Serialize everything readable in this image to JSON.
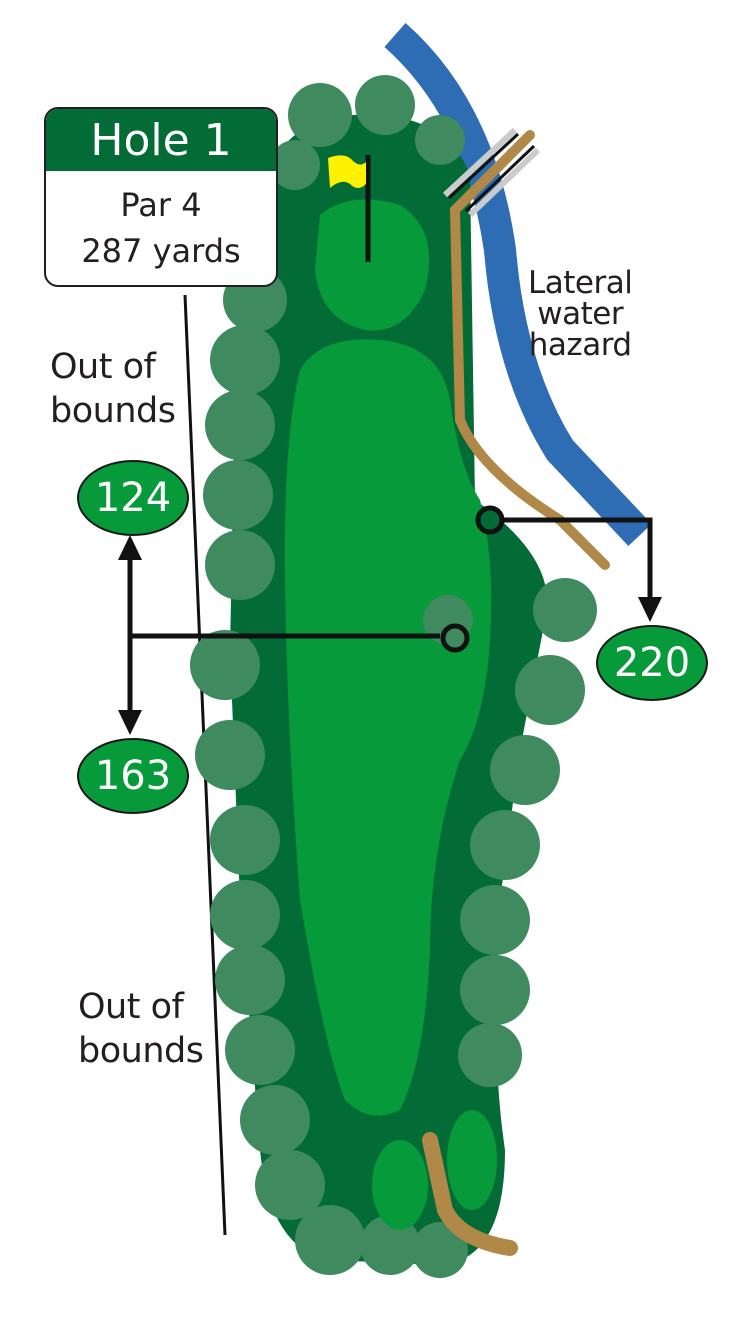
{
  "sign": {
    "title": "Hole 1",
    "par": "Par 4",
    "distance": "287 yards"
  },
  "labels": {
    "hazard_line1": "Lateral",
    "hazard_line2": "water",
    "hazard_line3": "hazard",
    "oob_top_line1": "Out of",
    "oob_top_line2": "bounds",
    "oob_bottom_line1": "Out of",
    "oob_bottom_line2": "bounds"
  },
  "markers": {
    "left_top": "124",
    "left_bottom": "163",
    "right": "220"
  },
  "colors": {
    "rough": "#036b36",
    "fairway": "#069a3a",
    "water": "#2e6db4",
    "path": "#b08848",
    "trees": "#3f8a5e",
    "flag": "#fff200",
    "sign_header": "#036b36"
  }
}
